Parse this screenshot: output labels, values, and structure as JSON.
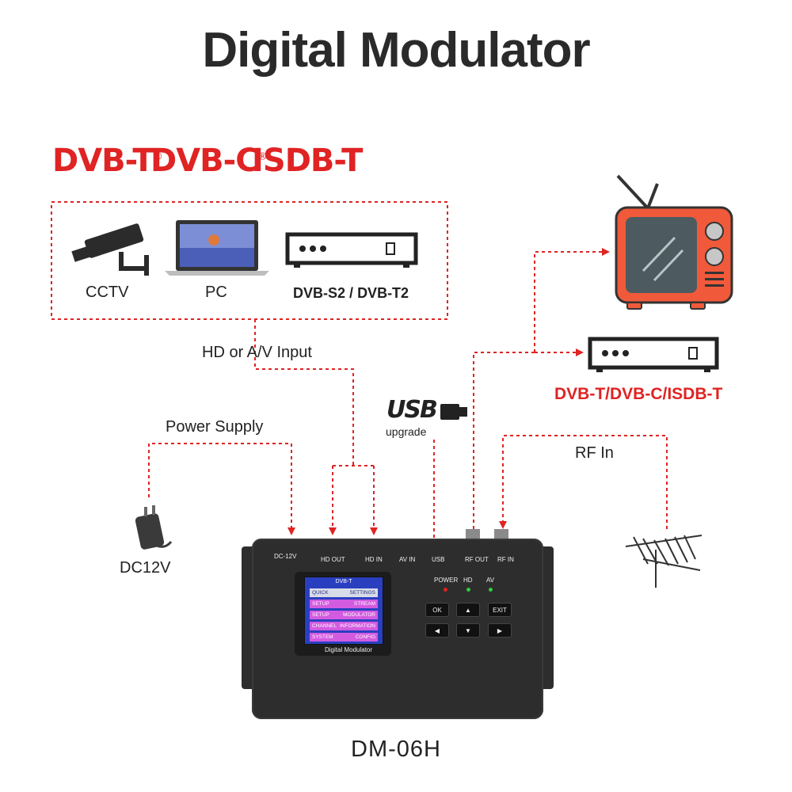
{
  "title": "Digital Modulator",
  "standards": {
    "dvbt": "DVB-T",
    "dvbc": "DVB-C",
    "isdbt": "ISDB-T",
    "registered": "®"
  },
  "sources": {
    "cctv": "CCTV",
    "pc": "PC",
    "dvbs2": "DVB-S2",
    "separator": "/",
    "dvbt2": "DVB-T2"
  },
  "labels": {
    "input": "HD or  A/V Input",
    "power_supply": "Power Supply",
    "dc12v": "DC12V",
    "usb": "USB",
    "upgrade": "upgrade",
    "rf_in": "RF In",
    "output_standards": "DVB-T/DVB-C/ISDB-T"
  },
  "device": {
    "ports": {
      "dc": "DC-12V",
      "hd_out": "HD OUT",
      "hd_in": "HD IN",
      "av_in": "AV IN",
      "usb": "USB",
      "rf_out": "RF OUT",
      "rf_in": "RF IN"
    },
    "lcd": {
      "header": "DVB-T",
      "rows": [
        {
          "left": "QUICK",
          "right": "SETTINGS"
        },
        {
          "left": "SETUP",
          "right": "STREAM"
        },
        {
          "left": "SETUP",
          "right": "MODULATOR"
        },
        {
          "left": "CHANNEL",
          "right": "INFORMATION"
        },
        {
          "left": "SYSTEM",
          "right": "CONFIG"
        }
      ]
    },
    "name": "Digital Modulator",
    "indicators": {
      "power": "POWER",
      "hd": "HD",
      "av": "AV"
    },
    "buttons": {
      "ok": "OK",
      "up": "▲",
      "exit": "EXIT",
      "left": "◀",
      "down": "▼",
      "right": "▶"
    }
  },
  "model": "DM-06H",
  "colors": {
    "accent_red": "#e02323",
    "tv_body": "#f05a3a",
    "device_body": "#2d2d2d",
    "lcd_blue": "#2a3fc0",
    "lcd_pink": "#d35be0",
    "led_red": "#e02323",
    "led_green": "#2ecc40"
  }
}
